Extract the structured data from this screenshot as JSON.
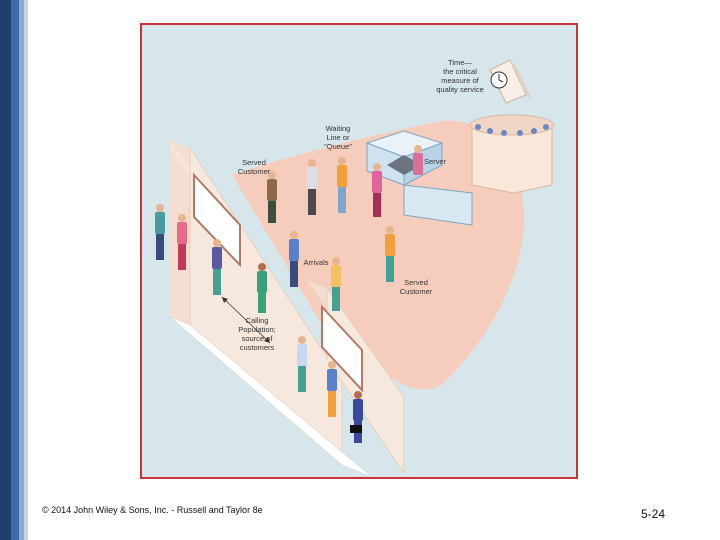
{
  "labels": {
    "time": [
      "Time—",
      "the critical",
      "measure of",
      "quality service"
    ],
    "queue": [
      "Waiting",
      "Line or",
      "\"Queue\""
    ],
    "served_left": [
      "Served",
      "Customer"
    ],
    "server": "Server",
    "arrivals": "Arrivals",
    "served_right": [
      "Served",
      "Customer"
    ],
    "calling": [
      "Calling",
      "Population;",
      "source of",
      "customers"
    ]
  },
  "footer": {
    "copyright": "© 2014 John Wiley & Sons, Inc. - Russell and Taylor 8e",
    "page": "5-24"
  }
}
